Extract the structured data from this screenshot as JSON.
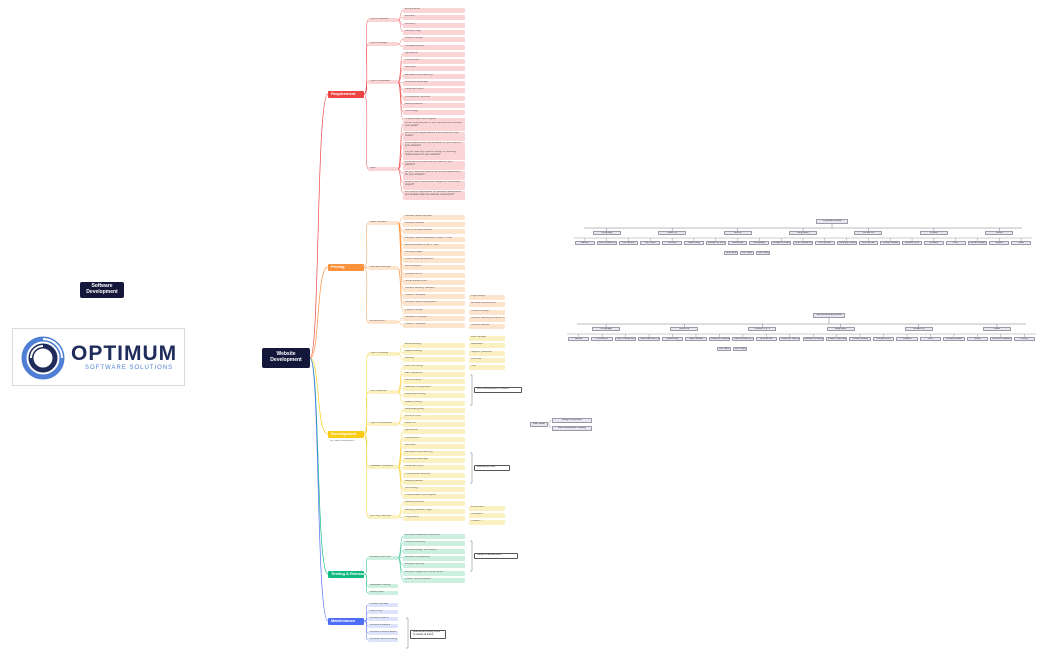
{
  "title": "Software Development",
  "logo": {
    "name": "OPTIMUM",
    "tagline": "SOFTWARE SOLUTIONS"
  },
  "center": "Website Development",
  "colors": {
    "requirement": "#ef4444",
    "pricing": "#fb923c",
    "development": "#facc15",
    "testing": "#10b981",
    "maintenance": "#4f6ef7",
    "dark": "#13183a"
  },
  "categories": [
    {
      "key": "requirement",
      "label": "Requirement",
      "color": "#ef4444",
      "light": "#fbd5d5",
      "groups": [
        {
          "label": "Type of Website",
          "leaves": [
            "E-commerce",
            "Website",
            "Directory",
            "Landing Page"
          ]
        },
        {
          "label": "Type of Design",
          "leaves": [
            "Custom Design",
            "Template Design"
          ]
        },
        {
          "label": "Type of Business",
          "leaves": [
            "Agriculture",
            "Construction",
            "Business",
            "Education and Learning",
            "Food and Beverage",
            "Retail and Shop",
            "Professional Services",
            "Beauty/Fashion",
            "Technology",
            "Transportation and Logistic"
          ]
        },
        {
          "label": "Q&A",
          "leaves": [
            "What is the purpose of your website and what are your goals?",
            "Who is your target audience and what are their needs?",
            "What features and functionalities do you need on your website?",
            "Do you have any specific design or branding requirements for your website?",
            "What kind of content do you want on your website?",
            "Do you have any specific technical requirements for your website?",
            "What is your timeline and budget for the website project?",
            "Who will be responsible for website maintenance and updates after the website is launched?"
          ]
        }
      ]
    },
    {
      "key": "pricing",
      "label": "Pricing",
      "color": "#fb923c",
      "light": "#fde4cc",
      "groups": [
        {
          "label": "Basic Website",
          "leaves": [
            "Domain Name Register",
            "Hosting Website",
            "SSL Certificate Website",
            "Domain Name Registration (Free 1 Year)",
            "Email Business (Free 1 Year)",
            "Landing Pages",
            "Priority Hosting/Sections",
            "Web Analytics",
            "Contact Forms",
            "Social Media Links",
            "Content Delivery Network"
          ]
        },
        {
          "label": "Business Website",
          "leaves": [
            "Custom Template",
            "Domain Name Registration",
            "Custom Design"
          ]
        },
        {
          "label": "E-commerce",
          "leaves": [
            "Standard Template",
            "Custom Template"
          ]
        }
      ]
    },
    {
      "key": "development",
      "label": "Development",
      "color": "#facc15",
      "light": "#fbf0bf",
      "note": "Full Stack Development",
      "groups": [
        {
          "label": "Type of Hosting",
          "leaves": [
            "Email Hosting",
            "Space Hosting",
            "Hosting"
          ]
        },
        {
          "label": "CRC Features",
          "leaves": [
            "Plan the Listing",
            "SEO Keywords",
            "Set up Robots",
            "Sitemap Configuration",
            "Blog/News Listing",
            "Gallery Listing"
          ]
        },
        {
          "label": "Type of Framework",
          "leaves": [
            "Bootstrap/jQuery",
            "HTML & CSS",
            "React JS"
          ]
        },
        {
          "label": "Available Templates",
          "leaves": [
            "Agriculture",
            "Construction",
            "Business",
            "Education and Learning",
            "Food and Beverage",
            "Retail and Shop",
            "Professional Services",
            "Beauty/Fashion",
            "Technology",
            "Transportation and Logistic"
          ]
        },
        {
          "label": "3rd Party Services",
          "leaves": [
            "Marketing Email",
            "Booking Website Plugin",
            "Copywriting"
          ]
        }
      ]
    },
    {
      "key": "testing",
      "label": "Testing & Release",
      "color": "#10b981",
      "light": "#ccefe0",
      "groups": [
        {
          "label": "Website Test Plan",
          "leaves": [
            "Website Features & Functions",
            "Content Accuracy",
            "Website Design and Layout",
            "Website Compatibility",
            "Website Security",
            "Website Usage and Performance",
            "Check: Test Feedback"
          ]
        },
        {
          "label": "Feedback Testing",
          "leaves": []
        },
        {
          "label": "Deployment",
          "leaves": []
        }
      ]
    },
    {
      "key": "maintenance",
      "label": "Maintenance",
      "color": "#4f6ef7",
      "light": "#dde3fb",
      "groups": [
        {
          "label": "Content Update",
          "leaves": []
        },
        {
          "label": "Bug Fixing",
          "leaves": []
        },
        {
          "label": "Website Uptime",
          "leaves": []
        },
        {
          "label": "Website Analytics",
          "leaves": []
        },
        {
          "label": "Website Content Editor",
          "leaves": []
        },
        {
          "label": "Website Server Hosting",
          "leaves": []
        }
      ]
    }
  ],
  "extras": {
    "hosting_note_leaves": [
      "Web Storage",
      "Bandwidth",
      "Support (Website)",
      "Webmail",
      "SSL"
    ],
    "design_leaves": [
      "Logo Design",
      "Website Development",
      "Custom Design",
      "Content Hosting (Cloud/VPS)",
      "Content Review"
    ],
    "third_party_leaves": [
      "WordPress",
      "ClickBank",
      "ChatGPT"
    ],
    "annotations": [
      "Web Development Timeline",
      "Marketing Tools",
      "Setup Checklist/Form",
      "Maintenance/Bug Fixes (2 weeks at least)"
    ]
  },
  "side_card": {
    "root": "Web Guide",
    "items": [
      "Design Component",
      "Web Development Strategy"
    ]
  },
  "org_top": {
    "root": "Corporate Website",
    "mid": [
      "Homepage",
      "About Us",
      "Service",
      "Blog/News",
      "Contact Us",
      "Product",
      "Career"
    ],
    "leaves": [
      "Banner",
      "Who Choose Us",
      "Our Service",
      "Our Client",
      "Portfolio",
      "Latest Blog",
      "Contact Us Form",
      "Testimonial",
      "Whitepaper",
      "Mission & Vision",
      "Who Choose Us",
      "Our Service",
      "Company Overview",
      "Who we are",
      "Contact Details",
      "Contact Form",
      "Location",
      "FAQ",
      "Contact Details",
      "Support",
      "Video"
    ],
    "sub": [
      "Who we are",
      "Our Team",
      "Our History"
    ]
  },
  "org_bottom": {
    "root": "Service/Landing Website",
    "mid": [
      "Homepage",
      "About Us",
      "Product 1, 2, 3",
      "Blog/News",
      "Contact Us",
      "Footer"
    ],
    "leaves": [
      "Banner",
      "Promotions",
      "Why Choose Us/USP",
      "How Does our Product Work",
      "Latest Blog",
      "Case Studies",
      "Customer Testimonials",
      "Call-to-Action (CTA/Newsletter)",
      "Who we are",
      "Customer Testimonials",
      "Features & Benefits",
      "Product Specifications",
      "Contact Details",
      "Contact Form",
      "Location",
      "FAQ",
      "Contact Details",
      "Social",
      "Terms & Conditions",
      "Privacy"
    ],
    "sub": [
      "Our Team",
      "Our History"
    ]
  }
}
